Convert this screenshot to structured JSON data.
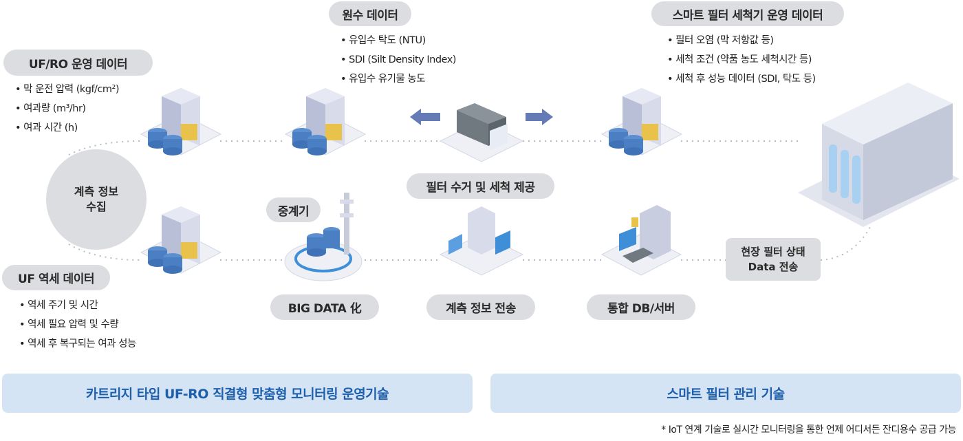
{
  "uf_ro": {
    "title": "UF/RO 운영 데이터",
    "items": [
      "막 운전 압력  (kgf/cm²)",
      "여과량 (m³/hr)",
      "여과 시간 (h)"
    ]
  },
  "raw_water": {
    "title": "원수 데이터",
    "items": [
      "유입수 탁도  (NTU)",
      "SDI (Silt Density Index)",
      "유입수 유기물 농도"
    ]
  },
  "smart_filter": {
    "title": "스마트 필터 세척기 운영 데이터",
    "items": [
      "필터 오염 (막 저항값 등)",
      "세척 조건 (약품 농도 세척시간 등)",
      "세척 후 성능 데이터 (SDI, 탁도 등)"
    ]
  },
  "collect": {
    "line1": "계측 정보",
    "line2": "수집"
  },
  "uf_backwash": {
    "title": "UF 역세 데이터",
    "items": [
      "역세 주기 및 시간",
      "역세 필요 압력 및 수량",
      "역세 후 복구되는 여과 성능"
    ]
  },
  "relay": "중계기",
  "filter_service": "필터 수거 및 세척 제공",
  "big_data": "BIG DATA 化",
  "measure_send": "계측 정보 전송",
  "db_server": "통합 DB/서버",
  "field_status": {
    "line1": "현장 필터 상태",
    "line2": "Data 전송"
  },
  "bottom": {
    "left": "카트리지 타입 UF-RO 직결형 맞춤형 모니터링 운영기술",
    "right": "스마트 필터 관리 기술"
  },
  "footnote": "* IoT 연계 기술로 실시간 모니터링을 통한 언제 어디서든 잔디용수 공급 가능",
  "colors": {
    "pill": "#dcdde0",
    "bar": "#d4e4f4",
    "bar_text": "#1d5fad",
    "arrow": "#4a64a8"
  }
}
